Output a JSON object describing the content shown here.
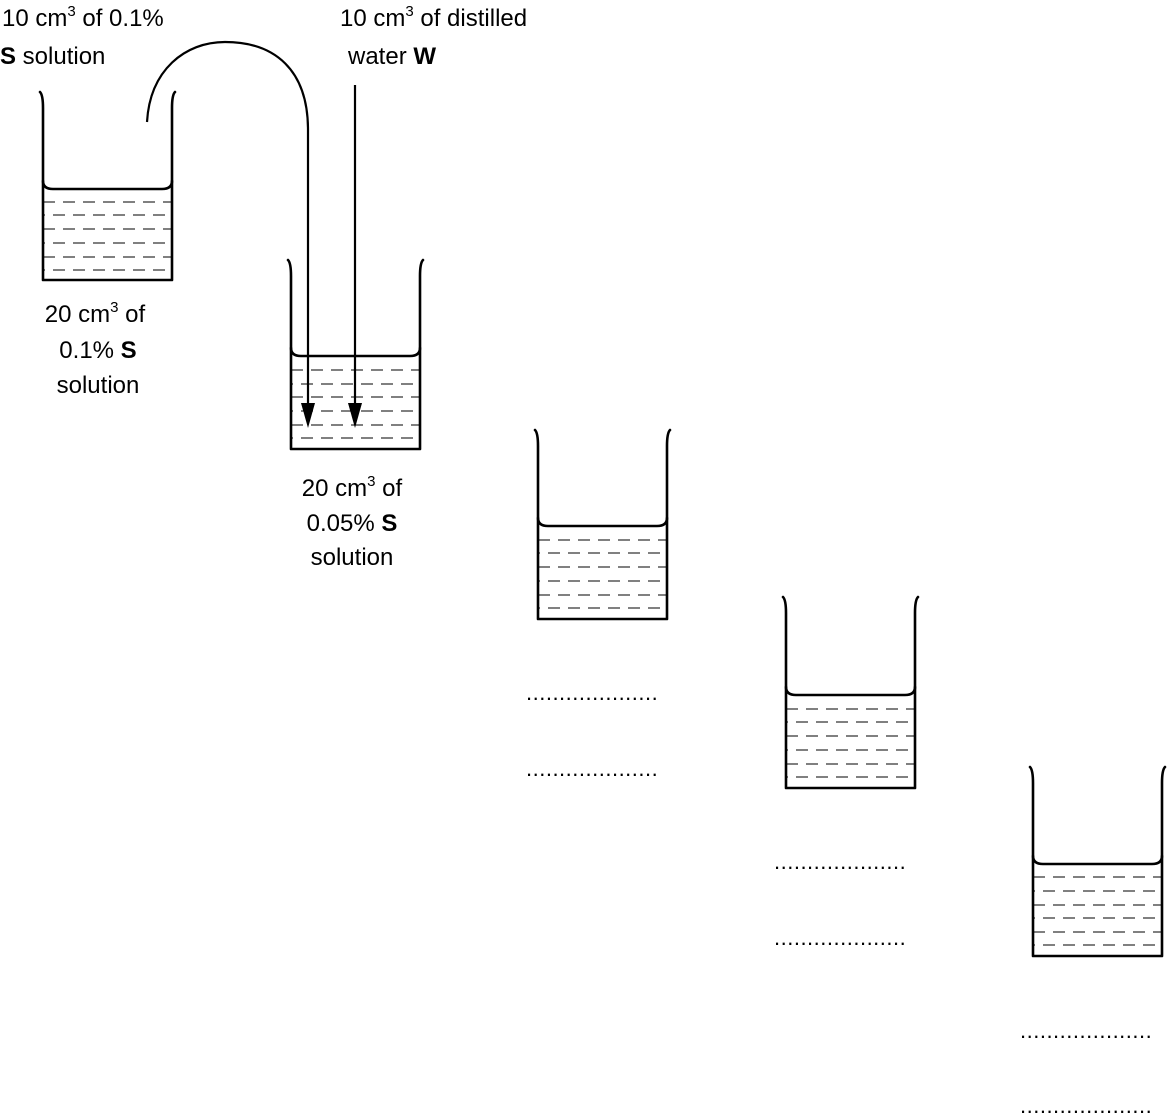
{
  "labels": {
    "pipette_s": {
      "line1_pre": "10 cm",
      "line1_sup": "3",
      "line1_post": " of 0.1%",
      "line2_bold": "S",
      "line2_rest": " solution"
    },
    "pipette_w": {
      "line1_pre": "10 cm",
      "line1_sup": "3",
      "line1_post": " of distilled",
      "line2_rest": "water ",
      "line2_bold": "W"
    },
    "beaker1": {
      "line1_pre": "20 cm",
      "line1_sup": "3",
      "line1_post": " of",
      "line2_rest": "0.1% ",
      "line2_bold": "S",
      "line3": "solution"
    },
    "beaker2": {
      "line1_pre": "20 cm",
      "line1_sup": "3",
      "line1_post": " of",
      "line2_rest": "0.05% ",
      "line2_bold": "S",
      "line3": "solution"
    }
  },
  "blanks": {
    "beaker3": [
      "....................",
      "...................."
    ],
    "beaker4": [
      "....................",
      "...................."
    ],
    "beaker5": [
      "....................",
      "...................."
    ]
  },
  "colors": {
    "line": "#000000",
    "background": "#ffffff"
  }
}
